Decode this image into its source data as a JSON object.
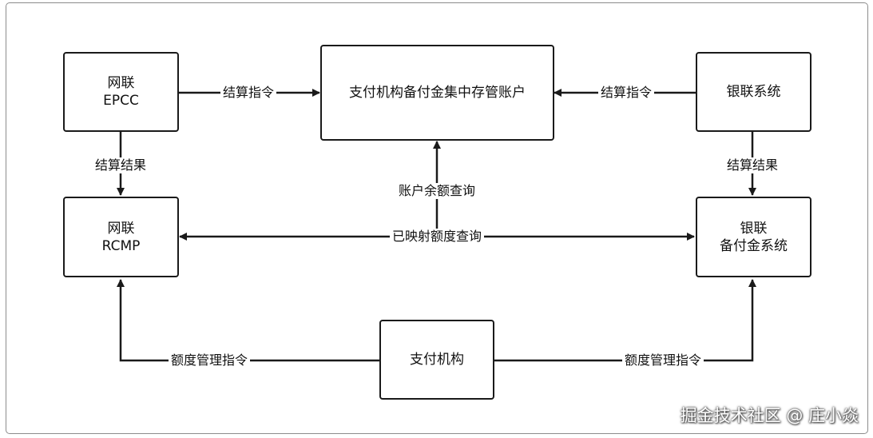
{
  "nodes": {
    "epcc": {
      "line1": "网联",
      "line2": "EPCC"
    },
    "central": {
      "line1": "支付机构备付金集中存管账户"
    },
    "unionpay": {
      "line1": "银联系统"
    },
    "rcmp": {
      "line1": "网联",
      "line2": "RCMP"
    },
    "unionpay_reserve": {
      "line1": "银联",
      "line2": "备付金系统"
    },
    "payment_institution": {
      "line1": "支付机构"
    }
  },
  "edges": {
    "epcc_to_central": "结算指令",
    "unionpay_to_central": "结算指令",
    "epcc_to_rcmp": "结算结果",
    "unionpay_to_reserve": "结算结果",
    "balance_query": "账户余额查询",
    "mapped_quota_query": "已映射额度查询",
    "quota_to_rcmp": "额度管理指令",
    "quota_to_reserve": "额度管理指令"
  },
  "watermark": "掘金技术社区 @ 庄小焱",
  "colors": {
    "line": "#1a1a1a",
    "frame": "#8c8c8c"
  }
}
